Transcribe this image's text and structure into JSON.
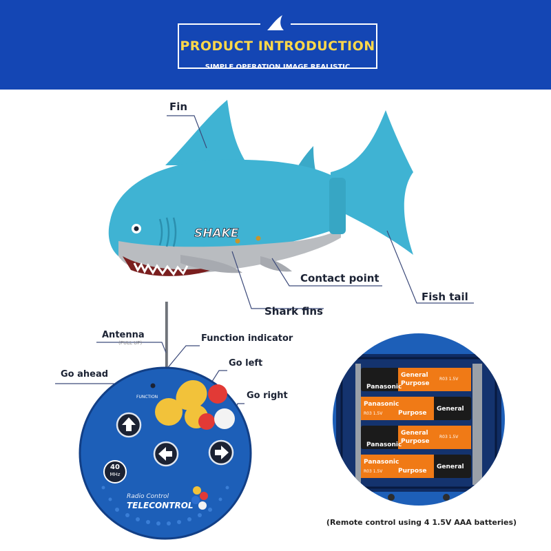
{
  "header": {
    "title": "PRODUCT INTRODUCTION",
    "subtitle": "SIMPLE OPERATION IMAGE REALISTIC",
    "fin_logo_icon": "shark-fin-icon"
  },
  "colors": {
    "header_bg": "#1446b4",
    "title_yellow": "#ffd84a",
    "shark_body": "#3fb3d3",
    "shark_belly": "#b9bcc0",
    "remote_blue": "#1d5fb8",
    "battery_orange": "#f07a16"
  },
  "shark": {
    "body_text": "SHAKE",
    "labels": {
      "fin": "Fin",
      "contact_point": "Contact point",
      "fish_tail": "Fish tail",
      "shark_fins": "Shark fins"
    }
  },
  "remote": {
    "labels": {
      "antenna": "Antenna",
      "antenna_note": "(PULL UP)",
      "function_indicator": "Function indicator",
      "go_ahead": "Go ahead",
      "go_left": "Go left",
      "go_right": "Go right"
    },
    "function_text": "FUNCTION",
    "frequency_value": "40",
    "frequency_unit": "MHz",
    "brand_line1": "Radio Control",
    "brand_line2": "TELECONTROL"
  },
  "batteries": {
    "caption": "(Remote control using 4 1.5V AAA batteries)",
    "cells": [
      {
        "line1": "General",
        "line2": "Purpose",
        "rating": "R03 1.5V",
        "brand": "Panasonic"
      },
      {
        "line1": "Panasonic",
        "line2": "Purpose",
        "rating": "R03 1.5V",
        "brand": "General"
      },
      {
        "line1": "General",
        "line2": "Purpose",
        "rating": "R03 1.5V",
        "brand": "Panasonic"
      },
      {
        "line1": "Panasonic",
        "line2": "Purpose",
        "rating": "R03 1.5V",
        "brand": "General"
      }
    ]
  }
}
